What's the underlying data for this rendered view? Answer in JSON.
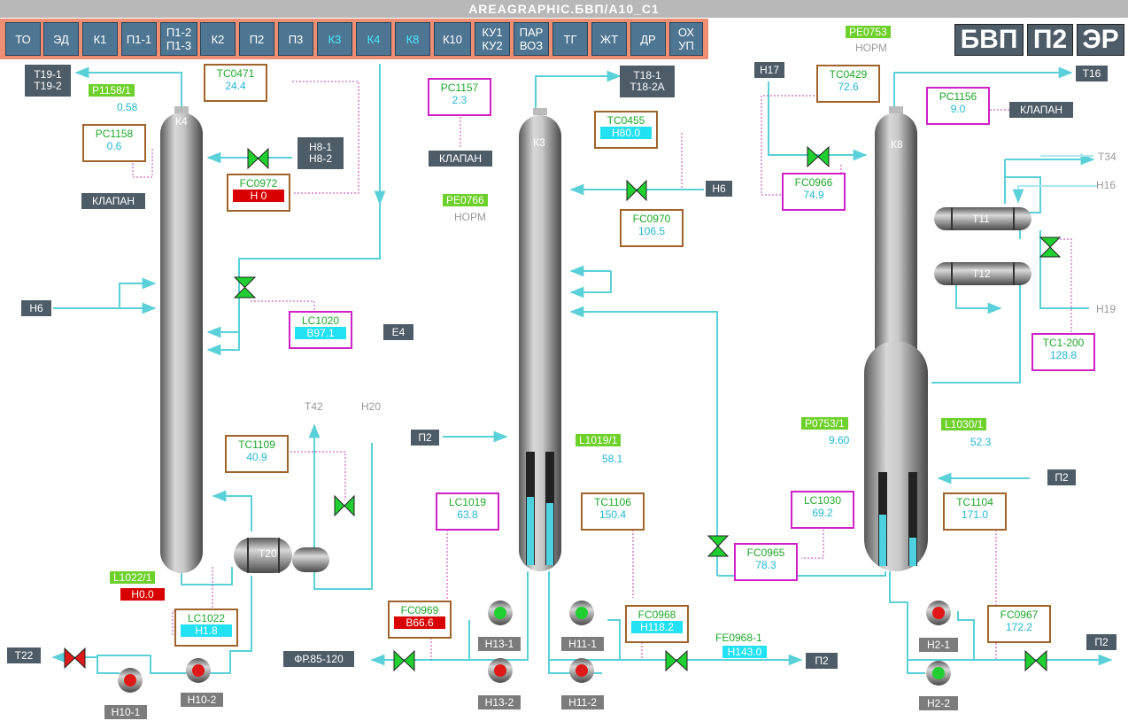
{
  "title": "AREAGRAPHIC.БВП/А10_С1",
  "nav": [
    "ТО",
    "ЭД",
    "К1",
    "П1-1",
    "П1-2\nП1-3",
    "К2",
    "П2",
    "П3",
    "К3",
    "К4",
    "К8",
    "К10",
    "КУ1\nКУ2",
    "ПАР\nВОЗ",
    "ТГ",
    "ЖТ",
    "ДР",
    "ОХ\nУП"
  ],
  "mode_buttons": [
    "БВП",
    "П2",
    "ЭР"
  ],
  "status_top": {
    "tag": "PE0753",
    "state": "НОРМ"
  },
  "status_mid": {
    "tag": "PE0766",
    "state": "НОРМ"
  },
  "columns": {
    "k4": "К4",
    "k3": "К3",
    "k8": "К8",
    "t20": "Т20",
    "t11": "Т11",
    "t12": "Т12"
  },
  "streams": {
    "t19": "Т19-1\nТ19-2",
    "klapan_left": "КЛАПАН",
    "h8": "Н8-1\nН8-2",
    "h6_left": "Н6",
    "e4": "Е4",
    "t22": "Т22",
    "t18": "Т18-1\nТ18-2А",
    "klapan_mid": "КЛАПАН",
    "h6_mid": "Н6",
    "p2_mid": "П2",
    "fr": "ФР.85-120",
    "p2_bottom_mid": "П2",
    "h17": "Н17",
    "t16": "Т16",
    "klapan_right": "КЛАПАН",
    "p2_right": "П2",
    "p2_bottom_right": "П2",
    "t34": "Т34",
    "h16": "Н16",
    "h19": "Н19",
    "t42": "Т42",
    "h20": "Н20"
  },
  "instruments": {
    "tc0471": {
      "tag": "TC0471",
      "val": "24.4"
    },
    "pc1158": {
      "tag": "PC1158",
      "val": "0.6"
    },
    "fc0972": {
      "tag": "FC0972",
      "val": "Н 0"
    },
    "lc1020": {
      "tag": "LC1020",
      "val": "В97.1"
    },
    "tc1109": {
      "tag": "TC1109",
      "val": "40.9"
    },
    "lc1022": {
      "tag": "LC1022",
      "val": "Н1.8"
    },
    "pc1157": {
      "tag": "PC1157",
      "val": "2.3"
    },
    "tc0455": {
      "tag": "TC0455",
      "val": "Н80.0"
    },
    "fc0970": {
      "tag": "FC0970",
      "val": "106.5"
    },
    "lc1019": {
      "tag": "LC1019",
      "val": "63.8"
    },
    "tc1106": {
      "tag": "TC1106",
      "val": "150.4"
    },
    "fc0969": {
      "tag": "FC0969",
      "val": "В66.6"
    },
    "fc0968": {
      "tag": "FC0968",
      "val": "Н118.2"
    },
    "tc0429": {
      "tag": "TC0429",
      "val": "72.6"
    },
    "pc1156": {
      "tag": "PC1156",
      "val": "9.0"
    },
    "fc0966": {
      "tag": "FC0966",
      "val": "74.9"
    },
    "tc1200": {
      "tag": "TC1-200",
      "val": "128.8"
    },
    "lc1030": {
      "tag": "LC1030",
      "val": "69.2"
    },
    "fc0965": {
      "tag": "FC0965",
      "val": "78.3"
    },
    "tc1104": {
      "tag": "TC1104",
      "val": "171.0"
    },
    "fc0967": {
      "tag": "FC0967",
      "val": "172.2"
    }
  },
  "indicators": {
    "p1158": {
      "tag": "P1158/1",
      "val": "0.58"
    },
    "l1022": {
      "tag": "L1022/1",
      "val": "Н0.0"
    },
    "l1019": {
      "tag": "L1019/1",
      "val": "58.1"
    },
    "fe0968": {
      "tag": "FE0968-1",
      "val": "Н143.0"
    },
    "p0753": {
      "tag": "P0753/1",
      "val": "9.60"
    },
    "l1030": {
      "tag": "L1030/1",
      "val": "52.3"
    }
  },
  "pumps": {
    "h10_1": "Н10-1",
    "h10_2": "Н10-2",
    "h13_1": "Н13-1",
    "h13_2": "Н13-2",
    "h11_1": "Н11-1",
    "h11_2": "Н11-2",
    "h2_1": "Н2-1",
    "h2_2": "Н2-2"
  },
  "levels": {
    "k3_left": 0.6,
    "k3_right": 0.55,
    "k8_left": 0.55,
    "k8_right": 0.3
  },
  "colors": {
    "line": "#5ad0d8",
    "tag_green": "#1fa82a",
    "value_cyan": "#22b8d4",
    "nav_bg": "#4e7692",
    "nav_frame": "#ee8e72",
    "box_brown": "#a0642a",
    "box_magenta": "#d020c8",
    "label_bg": "#4e5c68"
  }
}
